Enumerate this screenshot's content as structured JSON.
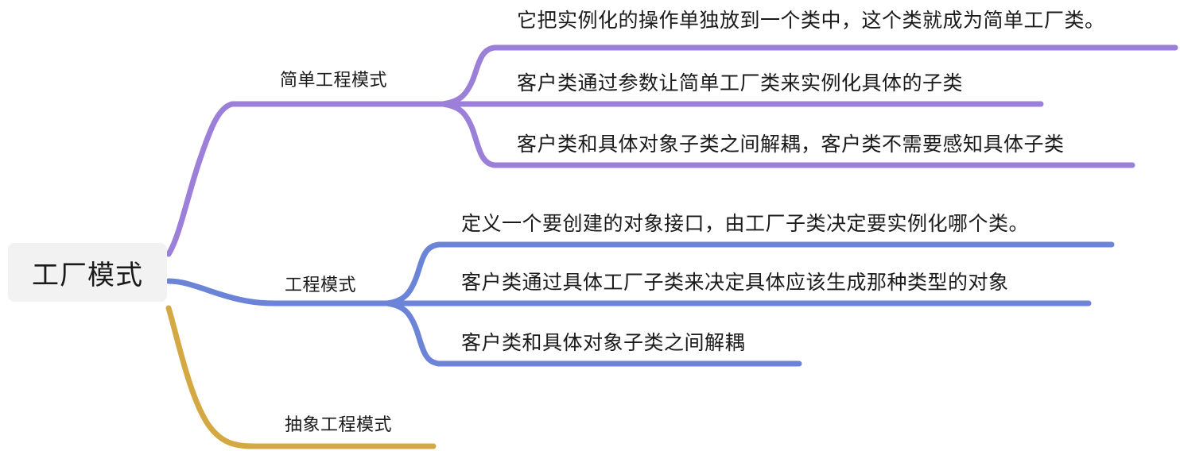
{
  "diagram": {
    "type": "mind-map",
    "title": "工厂模式",
    "orientation": "left-to-right",
    "background_color": "#ffffff",
    "text_color": "#1a1a1a"
  },
  "root": {
    "label": "工厂模式",
    "background_color": "#f2f2f2"
  },
  "branches": [
    {
      "id": "simple-factory",
      "label": "简单工程模式",
      "color": "#9b7fd9",
      "children": [
        {
          "id": "simple-factory-leaf-1",
          "label": "它把实例化的操作单独放到一个类中，这个类就成为简单工厂类。"
        },
        {
          "id": "simple-factory-leaf-2",
          "label": "客户类通过参数让简单工厂类来实例化具体的子类"
        },
        {
          "id": "simple-factory-leaf-3",
          "label": "客户类和具体对象子类之间解耦，客户类不需要感知具体子类"
        }
      ]
    },
    {
      "id": "factory-method",
      "label": "工程模式",
      "color": "#6c84d8",
      "children": [
        {
          "id": "factory-method-leaf-1",
          "label": "定义一个要创建的对象接口，由工厂子类决定要实例化哪个类。"
        },
        {
          "id": "factory-method-leaf-2",
          "label": "客户类通过具体工厂子类来决定具体应该生成那种类型的对象"
        },
        {
          "id": "factory-method-leaf-3",
          "label": "客户类和具体对象子类之间解耦"
        }
      ]
    },
    {
      "id": "abstract-factory",
      "label": "抽象工程模式",
      "color": "#d4a843",
      "children": []
    }
  ]
}
